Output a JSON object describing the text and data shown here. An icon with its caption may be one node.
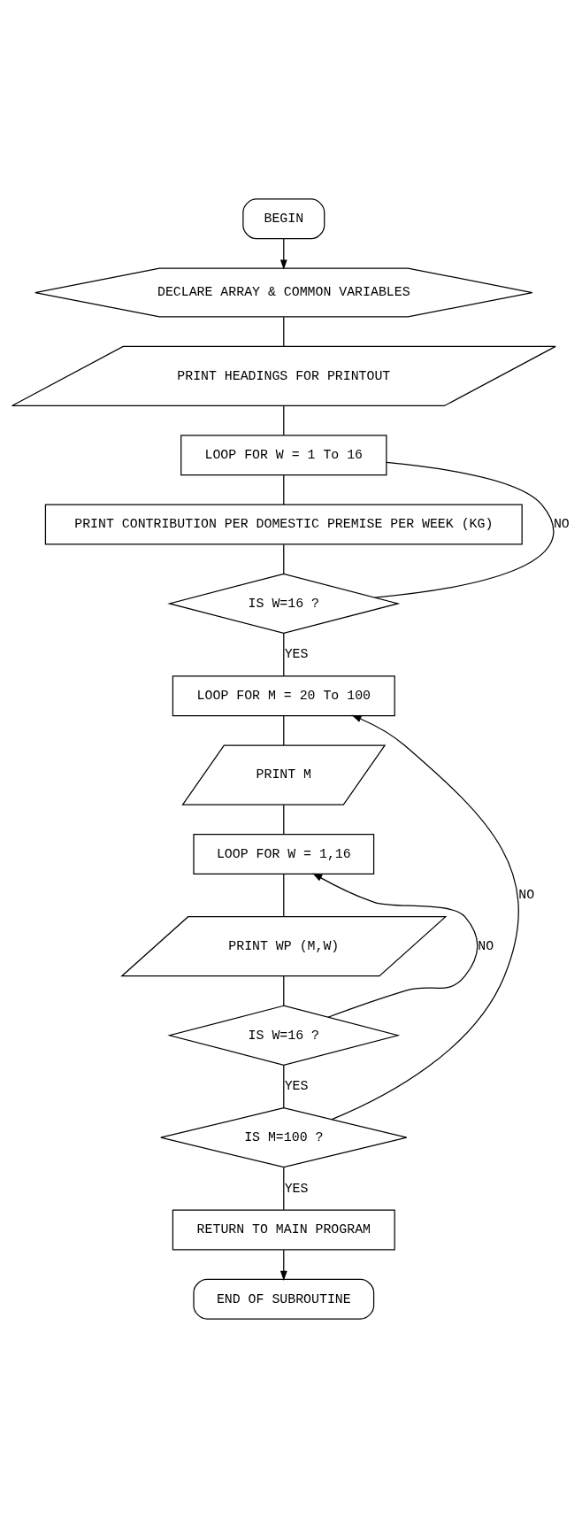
{
  "diagram": {
    "nodes": [
      {
        "text": [
          "BEGIN"
        ]
      },
      {
        "text": [
          "DECLARE ARRAY & COMMON VARIABLES"
        ]
      },
      {
        "text": [
          "PRINT HEADINGS FOR PRINTOUT"
        ]
      },
      {
        "text": [
          "LOOP FOR W = 1 To 16"
        ]
      },
      {
        "text": [
          "PRINT CONTRIBUTION PER DOMESTIC PREMISE PER WEEK (KG)"
        ]
      },
      {
        "text": [
          "IS W=16 ?"
        ]
      },
      {
        "text": [
          "LOOP FOR M = 20 To 100"
        ]
      },
      {
        "text": [
          "PRINT M"
        ]
      },
      {
        "text": [
          "LOOP FOR W = 1,16"
        ]
      },
      {
        "text": [
          "PRINT WP (M,W)"
        ]
      },
      {
        "text": [
          "IS W=16 ?"
        ]
      },
      {
        "text": [
          "IS M=100 ?"
        ]
      },
      {
        "text": [
          "RETURN TO MAIN PROGRAM"
        ]
      },
      {
        "text": [
          "END OF SUBROUTINE"
        ]
      }
    ],
    "edges": [
      {
        "from": 0,
        "to": 1,
        "arrow": "to"
      },
      {
        "from": 1,
        "to": 2,
        "arrow": "none"
      },
      {
        "from": 2,
        "to": 3,
        "arrow": "none"
      },
      {
        "from": 3,
        "to": 4,
        "arrow": "none"
      },
      {
        "from": 4,
        "to": 5,
        "arrow": "none"
      },
      {
        "from": 5,
        "to": 3,
        "arrow": "none",
        "label": "NO"
      },
      {
        "from": 5,
        "to": 6,
        "arrow": "none",
        "label": "YES"
      },
      {
        "from": 6,
        "to": 7,
        "arrow": "none"
      },
      {
        "from": 7,
        "to": 8,
        "arrow": "none"
      },
      {
        "from": 8,
        "to": 9,
        "arrow": "none"
      },
      {
        "from": 9,
        "to": 10,
        "arrow": "none"
      },
      {
        "from": 10,
        "to": 8,
        "arrow": "to",
        "label": "NO"
      },
      {
        "from": 10,
        "to": 11,
        "arrow": "none",
        "label": "YES"
      },
      {
        "from": 11,
        "to": 6,
        "arrow": "to",
        "label": "NO"
      },
      {
        "from": 11,
        "to": 12,
        "arrow": "none",
        "label": "YES"
      },
      {
        "from": 12,
        "to": 13,
        "arrow": "to"
      }
    ]
  }
}
